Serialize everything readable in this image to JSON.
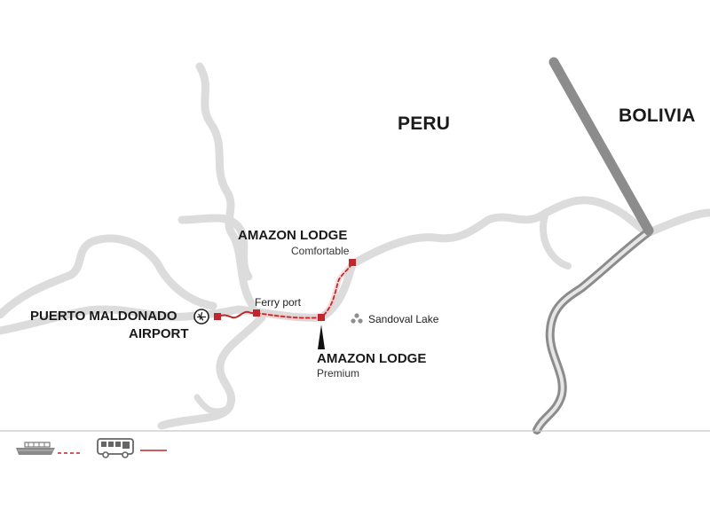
{
  "countries": {
    "peru": "PERU",
    "bolivia": "BOLIVIA"
  },
  "places": {
    "airport_line1": "PUERTO MALDONADO",
    "airport_line2": "AIRPORT",
    "ferry_port": "Ferry port",
    "lodge_comfortable": {
      "name": "AMAZON LODGE",
      "tier": "Comfortable"
    },
    "lodge_premium": {
      "name": "AMAZON LODGE",
      "tier": "Premium"
    },
    "lake": "Sandoval Lake"
  },
  "colors": {
    "river": "#dcdcdc",
    "border": "#8c8c8c",
    "route": "#c0272d",
    "marker": "#c0272d",
    "legend_line": "#c8c8c8",
    "text": "#1a1a1a"
  },
  "icons": {
    "airport": "airplane-circle-icon",
    "lake": "three-dots-icon",
    "boat": "boat-icon",
    "bus": "bus-icon"
  },
  "legend": [
    {
      "icon": "boat-icon",
      "line_style": "dashed"
    },
    {
      "icon": "bus-icon",
      "line_style": "solid"
    }
  ]
}
